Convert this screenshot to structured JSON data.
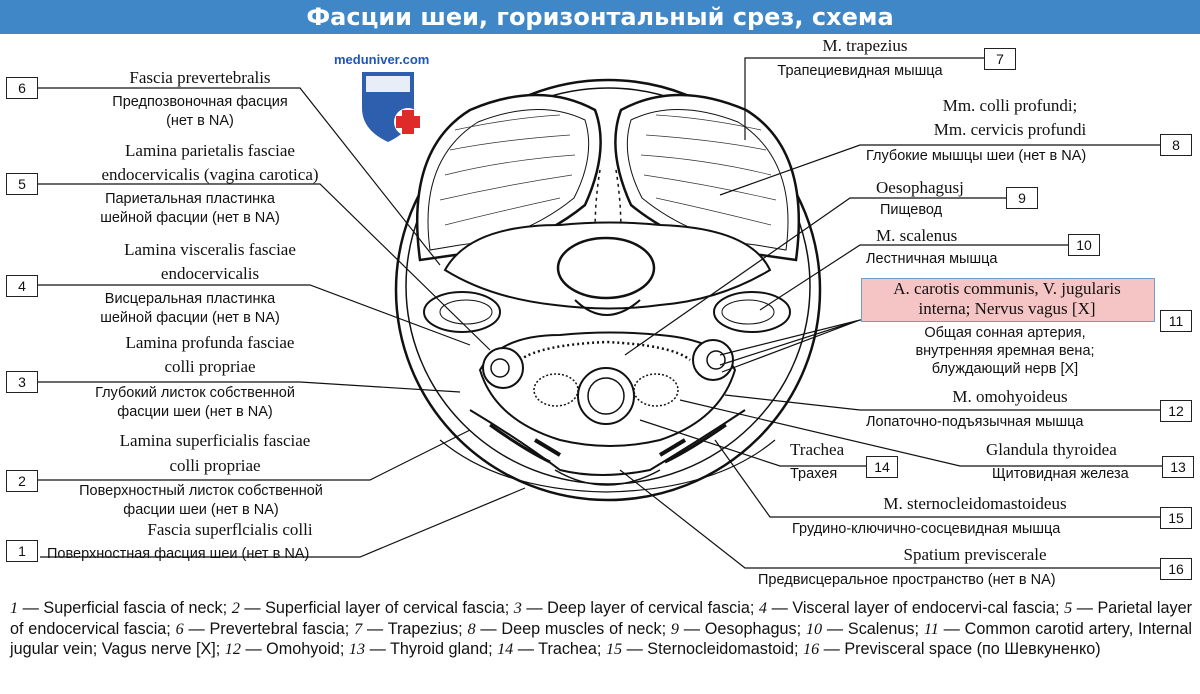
{
  "title": "Фасции шеи, горизонтальный срез, схема",
  "site": "meduniver.com",
  "labels": {
    "l1": {
      "num": "1",
      "lat": "Fascia superflcialis colli",
      "ru": "Поверхностная фасция шеи (нет в NA)"
    },
    "l2": {
      "num": "2",
      "lat1": "Lamina superficialis fasciae",
      "lat2": "colli propriae",
      "ru1": "Поверхностный листок собственной",
      "ru2": "фасции шеи (нет в NA)"
    },
    "l3": {
      "num": "3",
      "lat1": "Lamina profunda fasciae",
      "lat2": "colli propriae",
      "ru1": "Глубокий листок собственной",
      "ru2": "фасции шеи (нет в NA)"
    },
    "l4": {
      "num": "4",
      "lat1": "Lamina visceralis fasciae",
      "lat2": "endocervicalis",
      "ru1": "Висцеральная пластинка",
      "ru2": "шейной фасции (нет в NA)"
    },
    "l5": {
      "num": "5",
      "lat1": "Lamina parietalis fasciae",
      "lat2": "endocervicalis (vagina carotica)",
      "ru1": "Париетальная пластинка",
      "ru2": "шейной фасции (нет в NA)"
    },
    "l6": {
      "num": "6",
      "lat": "Fascia prevertebralis",
      "ru1": "Предпозвоночная фасция",
      "ru2": "(нет в NA)"
    },
    "l7": {
      "num": "7",
      "lat": "M. trapezius",
      "ru": "Трапециевидная мышца"
    },
    "l8": {
      "num": "8",
      "lat1": "Mm. colli profundi;",
      "lat2": "Mm. cervicis profundi",
      "ru": "Глубокие мышцы шеи (нет в NA)"
    },
    "l9": {
      "num": "9",
      "lat": "Oesophagusj",
      "ru": "Пищевод"
    },
    "l10": {
      "num": "10",
      "lat": "M. scalenus",
      "ru": "Лестничная мышца"
    },
    "l11": {
      "num": "11",
      "lat1": "A. carotis communis, V. jugularis",
      "lat2": "interna; Nervus vagus [X]",
      "ru1": "Общая сонная артерия,",
      "ru2": "внутренняя яремная вена;",
      "ru3": "блуждающий нерв [X]"
    },
    "l12": {
      "num": "12",
      "lat": "M. omohyoideus",
      "ru": "Лопаточно-подъязычная мышца"
    },
    "l13": {
      "num": "13",
      "lat": "Glandula thyroidea",
      "ru": "Щитовидная железа"
    },
    "l14": {
      "num": "14",
      "lat": "Trachea",
      "ru": "Трахея"
    },
    "l15": {
      "num": "15",
      "lat": "M. sternocleidomastoideus",
      "ru": "Грудино-ключично-сосцевидная мышца"
    },
    "l16": {
      "num": "16",
      "lat": "Spatium previscerale",
      "ru": "Предвисцеральное пространство (нет в NA)"
    }
  },
  "caption": {
    "items": [
      {
        "n": "1",
        "t": "Superficial fascia of neck;"
      },
      {
        "n": "2",
        "t": "Superficial layer of cervical fascia;"
      },
      {
        "n": "3",
        "t": "Deep layer of cervical fascia;"
      },
      {
        "n": "4",
        "t": "Visceral layer of endocervi-cal fascia;"
      },
      {
        "n": "5",
        "t": "Parietal layer of endocervical fascia;"
      },
      {
        "n": "6",
        "t": "Prevertebral fascia;"
      },
      {
        "n": "7",
        "t": "Trapezius;"
      },
      {
        "n": "8",
        "t": "Deep muscles of neck;"
      },
      {
        "n": "9",
        "t": "Oesophagus;"
      },
      {
        "n": "10",
        "t": "Scalenus;"
      },
      {
        "n": "11",
        "t": "Common carotid artery, Internal jugular vein; Vagus nerve [X];"
      },
      {
        "n": "12",
        "t": "Omohyoid;"
      },
      {
        "n": "13",
        "t": "Thyroid gland;"
      },
      {
        "n": "14",
        "t": "Trachea;"
      },
      {
        "n": "15",
        "t": "Sternocleidomastoid;"
      },
      {
        "n": "16",
        "t": "Previsceral space (по Шевкуненко)"
      }
    ]
  },
  "colors": {
    "banner": "#3f87c7",
    "site": "#1f56b8",
    "highlight": "#f5c4c4",
    "shield_blue": "#2d5fae",
    "shield_red": "#e02a2a"
  }
}
